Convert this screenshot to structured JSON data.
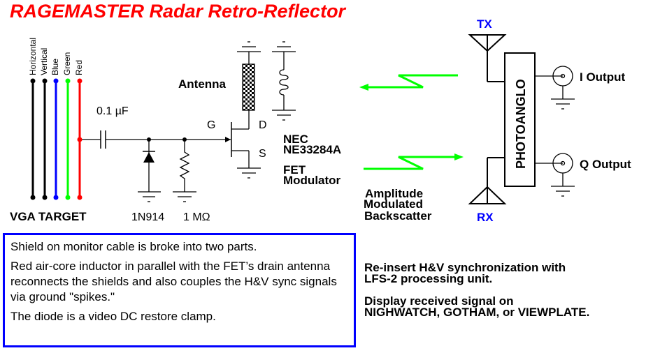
{
  "title": "RAGEMASTER Radar Retro-Reflector",
  "colors": {
    "title": "#ff0000",
    "horizontal": "#000000",
    "vertical": "#000000",
    "blue": "#0000ff",
    "green": "#00ff00",
    "red": "#ff0000",
    "signal_arrows": "#00ff00",
    "tx_rx_labels": "#0000ff",
    "note_border": "#0000ff"
  },
  "vga": {
    "lines": [
      {
        "name": "Horizontal",
        "color": "#000000"
      },
      {
        "name": "Vertical",
        "color": "#000000"
      },
      {
        "name": "Blue",
        "color": "#0000ff"
      },
      {
        "name": "Green",
        "color": "#00ff00"
      },
      {
        "name": "Red",
        "color": "#ff0000"
      }
    ],
    "label": "VGA TARGET"
  },
  "components": {
    "capacitor": "0.1 µF",
    "diode": "1N914",
    "resistor": "1 MΩ",
    "antenna": "Antenna",
    "fet_gate": "G",
    "fet_drain": "D",
    "fet_source": "S",
    "fet_part_line1": "NEC",
    "fet_part_line2": "NE33284A",
    "fet_role_line1": "FET",
    "fet_role_line2": "Modulator"
  },
  "radar": {
    "tx_label": "TX",
    "rx_label": "RX",
    "unit": "PHOTOANGLO",
    "i_output": "I Output",
    "q_output": "Q Output",
    "backscatter_line1": "Amplitude",
    "backscatter_line2": "Modulated",
    "backscatter_line3": "Backscatter"
  },
  "notes": [
    "Shield on monitor cable is broke into two parts.",
    "Red air-core inductor in parallel with the FET’s drain antenna reconnects the shields and also couples the H&V sync signals via ground \"spikes.\"",
    "The diode is a video DC restore clamp."
  ],
  "right_notes": [
    {
      "line1": "Re-insert H&V synchronization with",
      "line2": "LFS-2 processing unit."
    },
    {
      "line1": "Display received signal on",
      "line2": "NIGHWATCH, GOTHAM, or VIEWPLATE."
    }
  ]
}
